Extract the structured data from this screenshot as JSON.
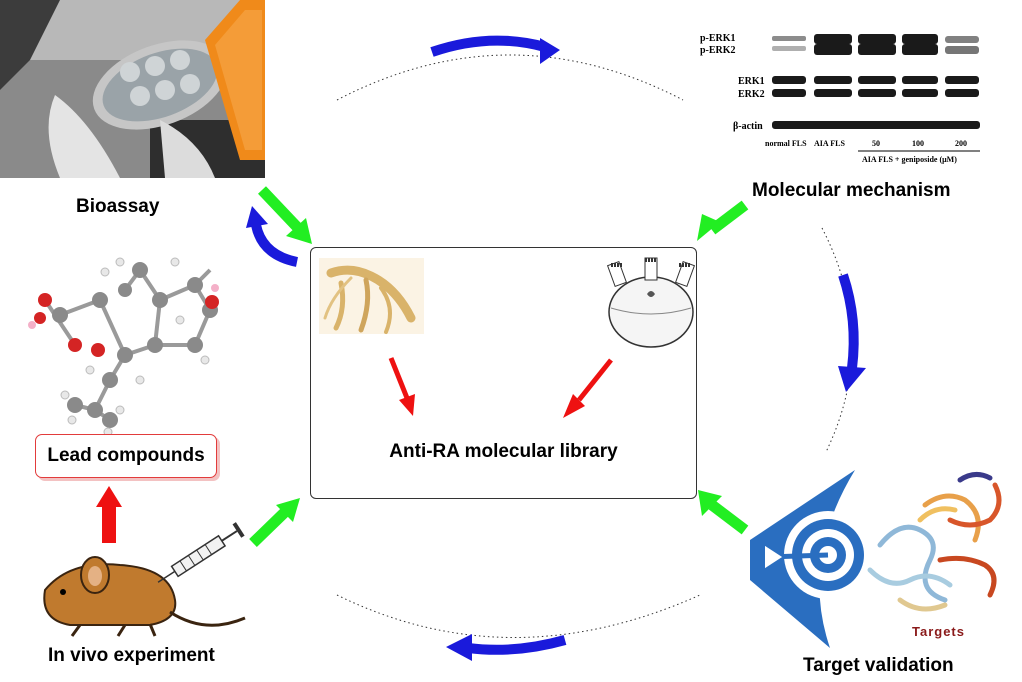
{
  "labels": {
    "bioassay": "Bioassay",
    "molecular_mechanism": "Molecular mechanism",
    "center": "Anti-RA molecular library",
    "lead_compounds": "Lead compounds",
    "in_vivo": "In vivo experiment",
    "target_validation": "Target validation",
    "targets": "Targets"
  },
  "western_blot": {
    "rows": [
      "p-ERK1",
      "p-ERK2",
      "ERK1",
      "ERK2",
      "β-actin"
    ],
    "lanes": [
      "normal FLS",
      "AIA FLS",
      "50",
      "100",
      "200"
    ],
    "group_label": "AIA FLS + geniposide (μM)"
  },
  "colors": {
    "cycle_arrow": "#1a1adb",
    "input_arrow": "#22ee22",
    "synthesis_arrow": "#ee1111",
    "lead_border": "#e23b3b",
    "target_blue": "#2a6ec0"
  },
  "icons": [
    "lab-photo",
    "western-blot",
    "molecule-model",
    "ginseng-root",
    "round-bottom-flask",
    "mouse",
    "syringe",
    "target-icon",
    "protein-structure"
  ]
}
